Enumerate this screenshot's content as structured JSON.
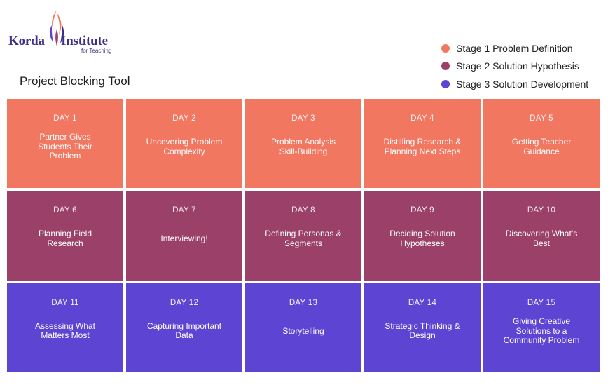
{
  "logo": {
    "brand_left": "Korda",
    "brand_right": "Institute",
    "tagline": "for Teaching"
  },
  "page_title": "Project Blocking Tool",
  "colors": {
    "stage1": "#f27761",
    "stage2": "#9a4069",
    "stage3": "#5e44d2",
    "brand": "#3b2f86",
    "flame": "#ef7a5e"
  },
  "legend": [
    {
      "label": "Stage 1 Problem Definition",
      "stage": 1
    },
    {
      "label": "Stage 2 Solution Hypothesis",
      "stage": 2
    },
    {
      "label": "Stage 3 Solution Development",
      "stage": 3
    }
  ],
  "days": [
    {
      "day": "DAY 1",
      "title": "Partner Gives Students Their Problem",
      "stage": 1
    },
    {
      "day": "DAY 2",
      "title": "Uncovering Problem Complexity",
      "stage": 1
    },
    {
      "day": "DAY 3",
      "title": "Problem Analysis Skill-Building",
      "stage": 1
    },
    {
      "day": "DAY 4",
      "title": "Distilling Research & Planning Next Steps",
      "stage": 1
    },
    {
      "day": "DAY 5",
      "title": "Getting Teacher Guidance",
      "stage": 1
    },
    {
      "day": "DAY 6",
      "title": "Planning Field Research",
      "stage": 2
    },
    {
      "day": "DAY 7",
      "title": "Interviewing!",
      "stage": 2
    },
    {
      "day": "DAY 8",
      "title": "Defining Personas & Segments",
      "stage": 2
    },
    {
      "day": "DAY 9",
      "title": "Deciding Solution Hypotheses",
      "stage": 2
    },
    {
      "day": "DAY 10",
      "title": "Discovering What’s Best",
      "stage": 2
    },
    {
      "day": "DAY 11",
      "title": "Assessing What Matters Most",
      "stage": 3
    },
    {
      "day": "DAY 12",
      "title": "Capturing Important Data",
      "stage": 3
    },
    {
      "day": "DAY 13",
      "title": "Storytelling",
      "stage": 3
    },
    {
      "day": "DAY 14",
      "title": "Strategic Thinking & Design",
      "stage": 3
    },
    {
      "day": "DAY 15",
      "title": "Giving Creative Solutions to a Community Problem",
      "stage": 3
    }
  ]
}
